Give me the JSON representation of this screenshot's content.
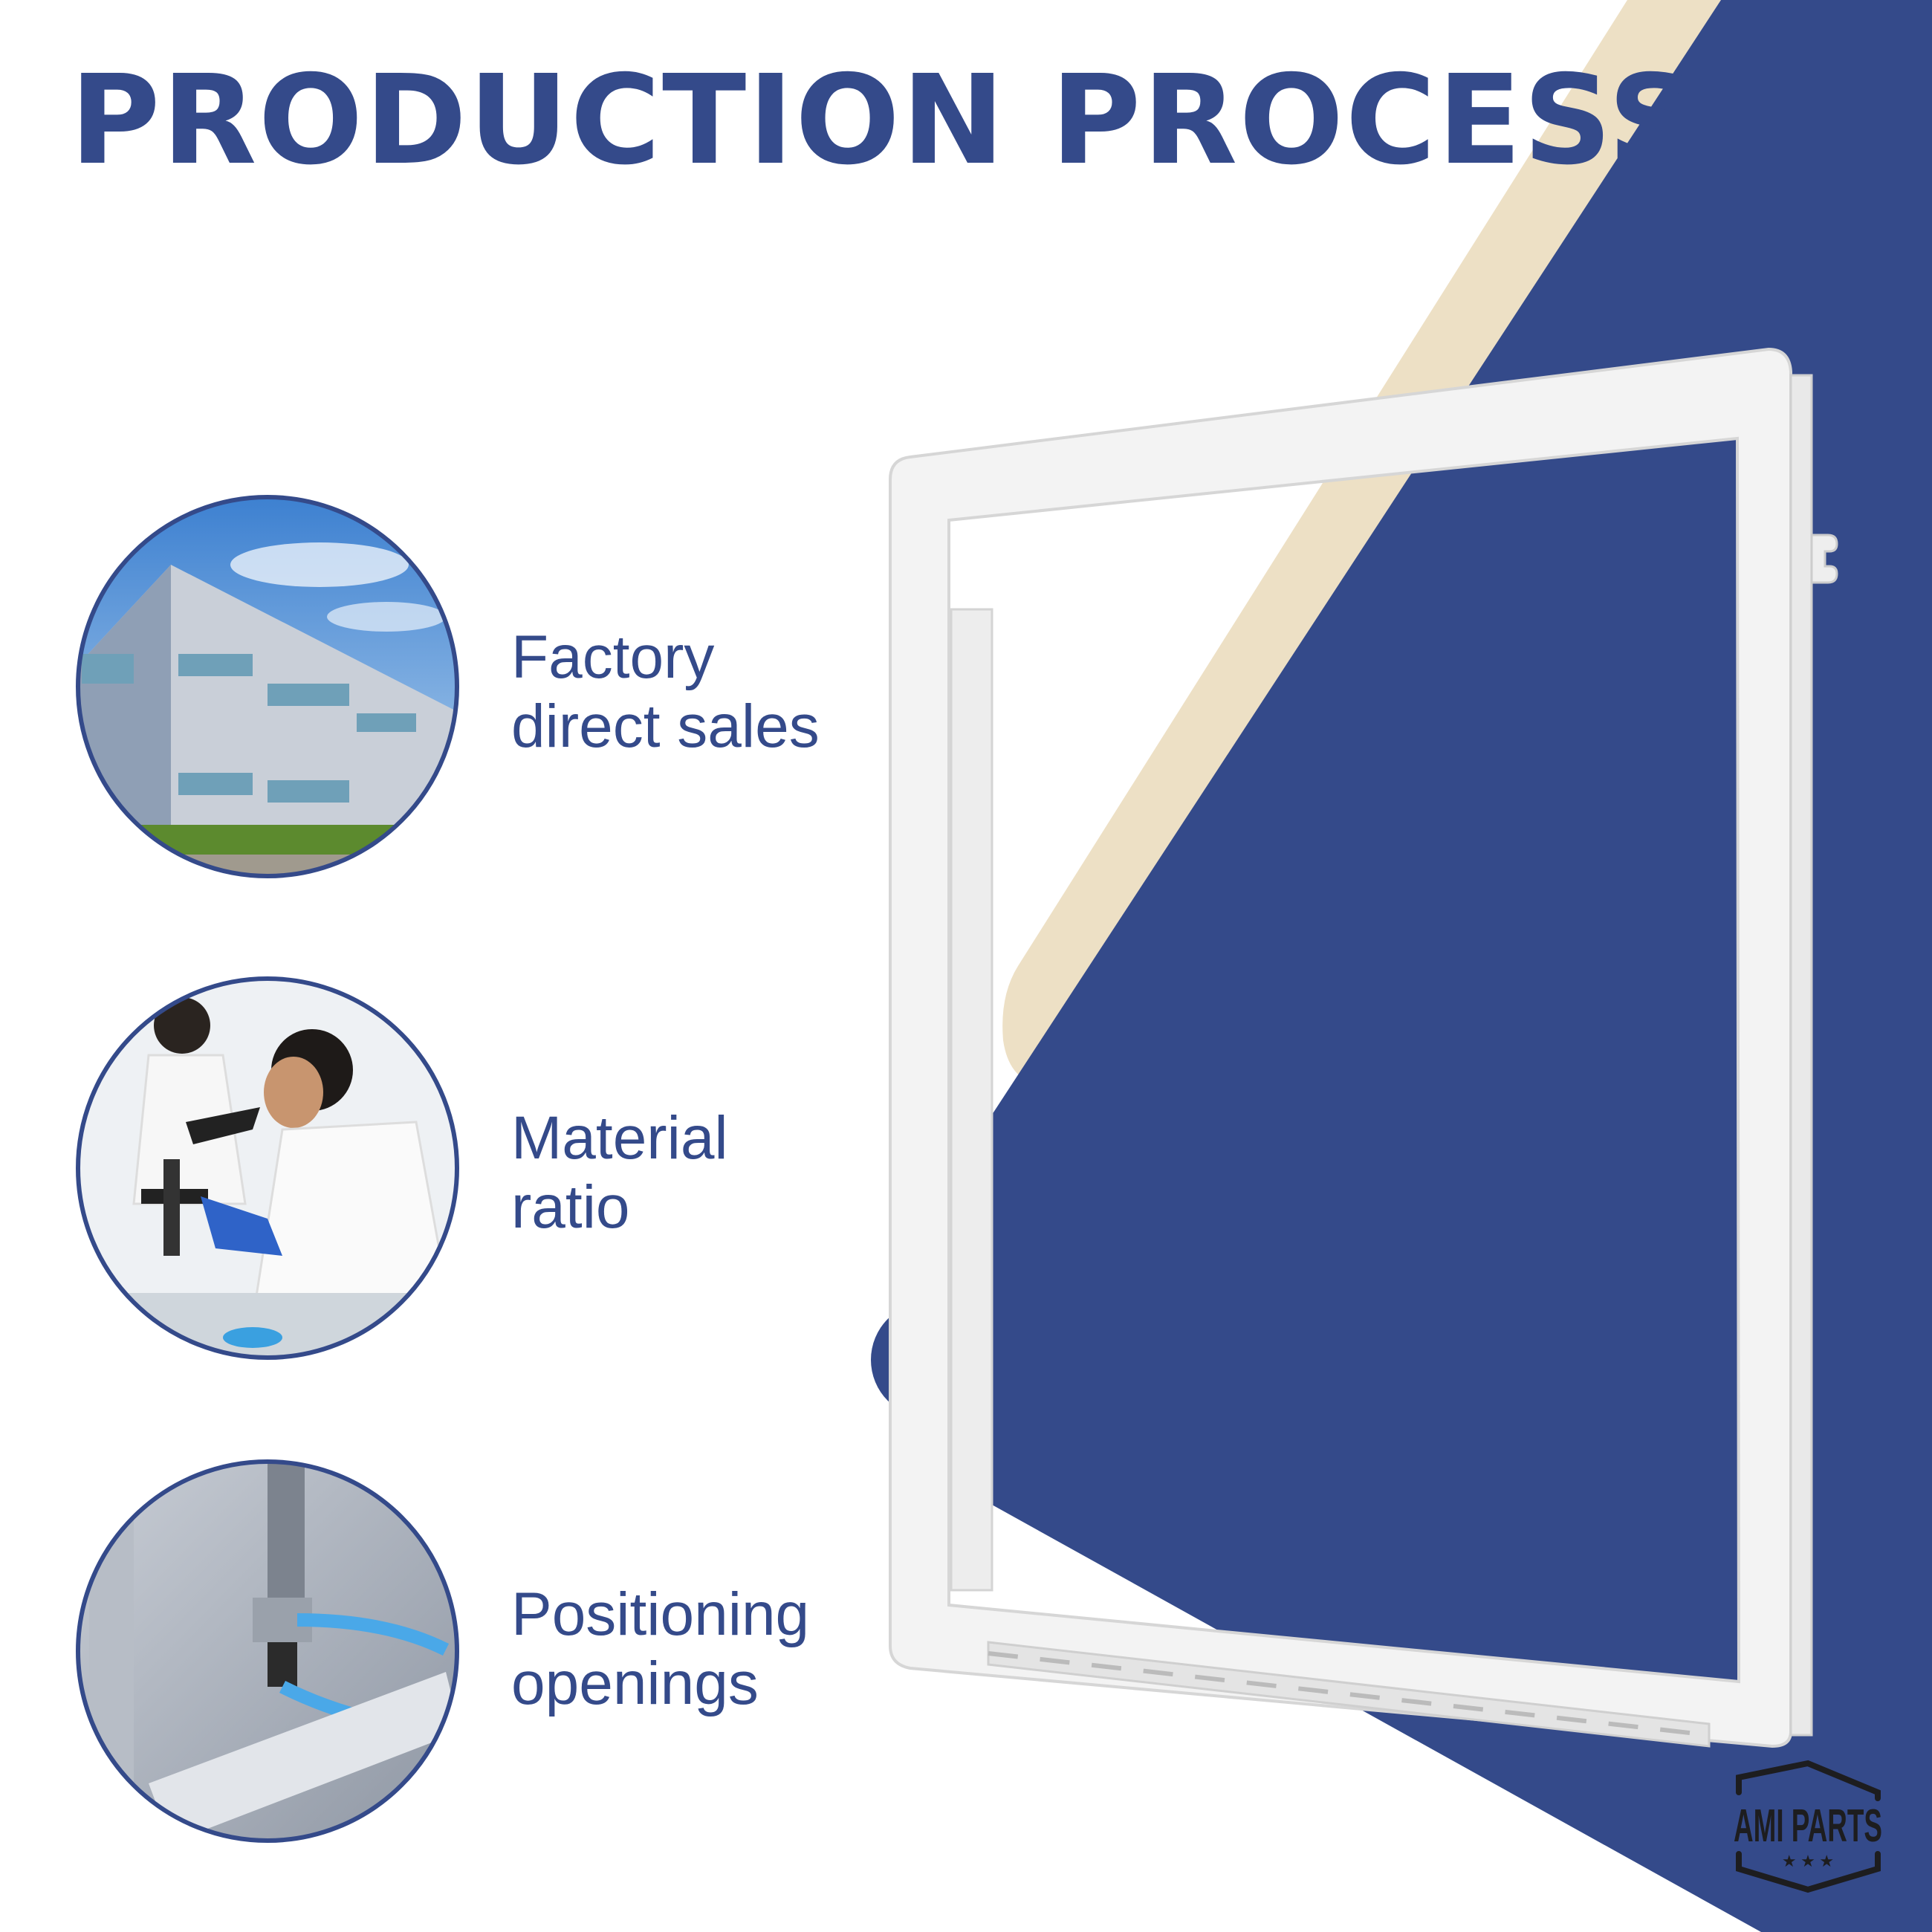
{
  "title": "PRODUCTION PROCESS",
  "features": [
    {
      "line1": "Factory",
      "line2": "direct sales",
      "icon": "factory-building-photo"
    },
    {
      "line1": "Material",
      "line2": "ratio",
      "icon": "lab-microscope-photo"
    },
    {
      "line1": "Positioning",
      "line2": "openings",
      "icon": "machine-nozzle-photo"
    }
  ],
  "logo": {
    "text": "AMI PARTS"
  },
  "colors": {
    "brand_blue": "#344a8a",
    "beige": "#ede0c5",
    "frame_white": "#f4f4f4"
  }
}
